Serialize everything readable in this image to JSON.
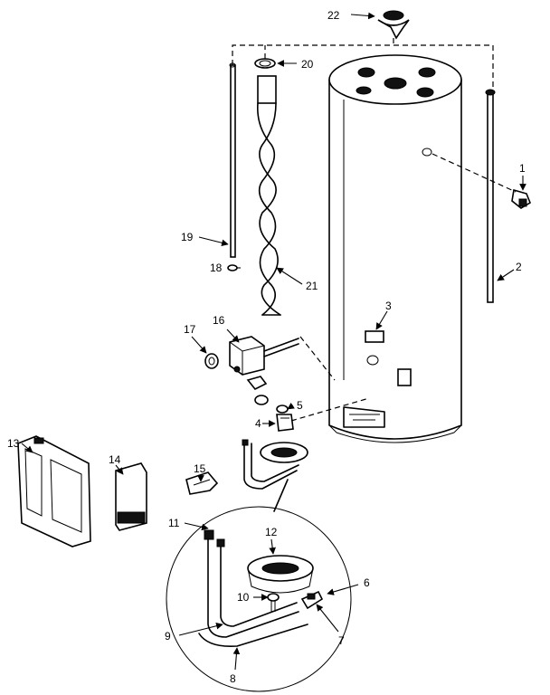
{
  "labels": {
    "p1": "1",
    "p2": "2",
    "p3": "3",
    "p4": "4",
    "p5": "5",
    "p6": "6",
    "p7": "7",
    "p8": "8",
    "p9": "9",
    "p10": "10",
    "p11": "11",
    "p12": "12",
    "p13": "13",
    "p14": "14",
    "p15": "15",
    "p16": "16",
    "p17": "17",
    "p18": "18",
    "p19": "19",
    "p20": "20",
    "p21": "21",
    "p22": "22"
  }
}
